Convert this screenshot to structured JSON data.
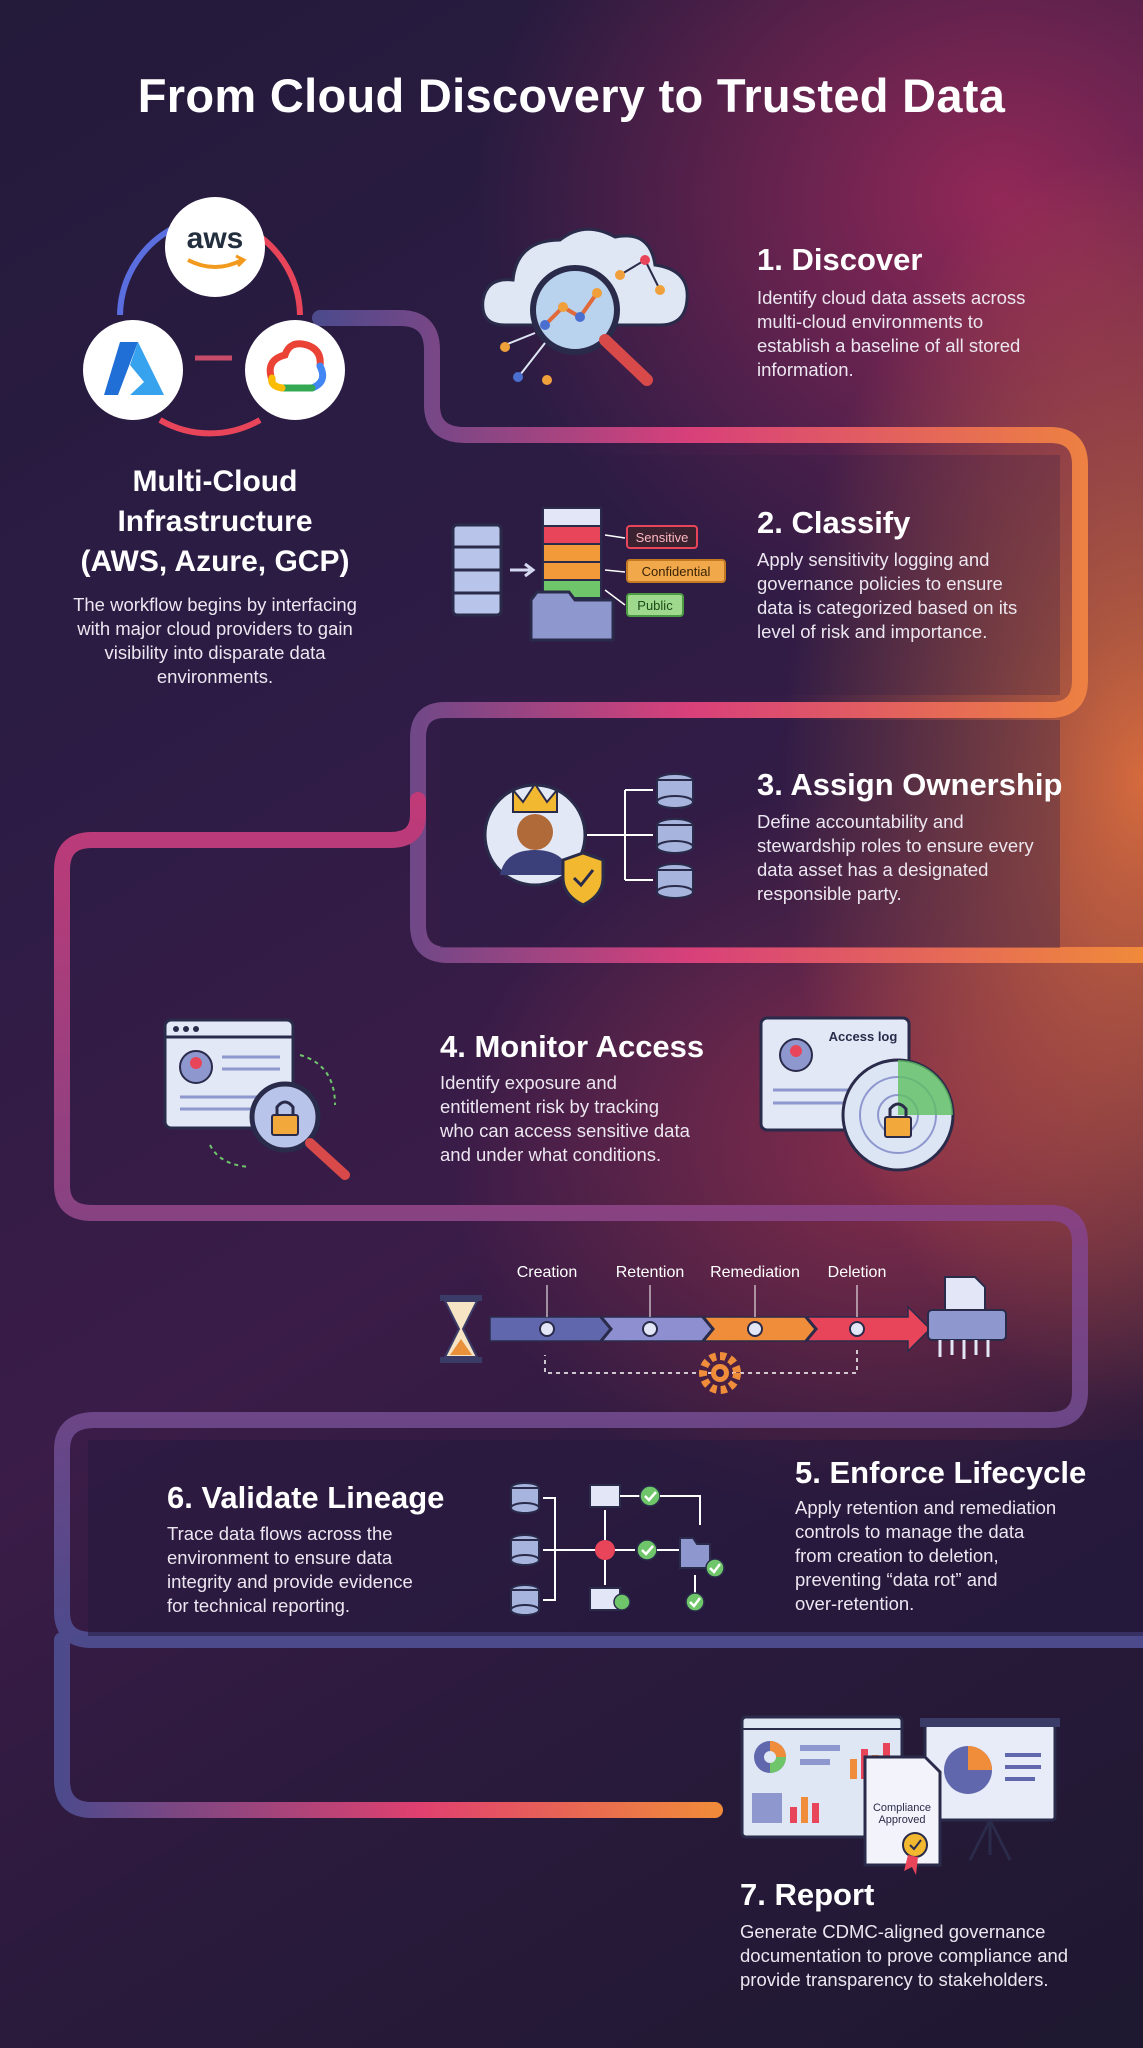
{
  "title": "From Cloud Discovery to Trusted Data",
  "multi_cloud": {
    "title_line1": "Multi-Cloud",
    "title_line2": "Infrastructure",
    "title_line3": "(AWS, Azure, GCP)",
    "desc_lines": [
      "The workflow begins by interfacing",
      "with major cloud providers to gain",
      "visibility into disparate data",
      "environments."
    ],
    "aws_label": "aws"
  },
  "steps": {
    "discover": {
      "title": "1. Discover",
      "desc_lines": [
        "Identify cloud data assets across",
        "multi-cloud environments to",
        "establish a baseline of all stored",
        "information."
      ]
    },
    "classify": {
      "title": "2. Classify",
      "desc_lines": [
        "Apply sensitivity logging and",
        "governance policies to ensure",
        "data is categorized based on its",
        "level of risk and importance."
      ],
      "tags": [
        "Sensitive",
        "Confidential",
        "Public"
      ]
    },
    "assign": {
      "title": "3. Assign Ownership",
      "desc_lines": [
        "Define accountability and",
        "stewardship roles to ensure every",
        "data asset has a designated",
        "responsible party."
      ]
    },
    "monitor": {
      "title": "4. Monitor Access",
      "desc_lines": [
        "Identify exposure and",
        "entitlement risk by tracking",
        "who can access sensitive data",
        "and under what conditions."
      ],
      "access_log_label": "Access log"
    },
    "lifecycle": {
      "title": "5. Enforce Lifecycle",
      "desc_lines": [
        "Apply retention and remediation",
        "controls to manage the data",
        "from creation to deletion,",
        "preventing “data rot” and",
        "over-retention."
      ],
      "stages": [
        "Creation",
        "Retention",
        "Remediation",
        "Deletion"
      ]
    },
    "lineage": {
      "title": "6. Validate Lineage",
      "desc_lines": [
        "Trace data flows across the",
        "environment to ensure data",
        "integrity and provide evidence",
        "for technical reporting."
      ]
    },
    "report": {
      "title": "7. Report",
      "desc_lines": [
        "Generate CDMC-aligned governance",
        "documentation to prove compliance and",
        "provide transparency to stakeholders."
      ],
      "badge_line1": "Compliance",
      "badge_line2": "Approved"
    }
  },
  "colors": {
    "path_pink": "#e0406f",
    "path_orange": "#f08a3a",
    "path_purple": "#4d4a8c",
    "path_dark": "#2b1e45"
  }
}
